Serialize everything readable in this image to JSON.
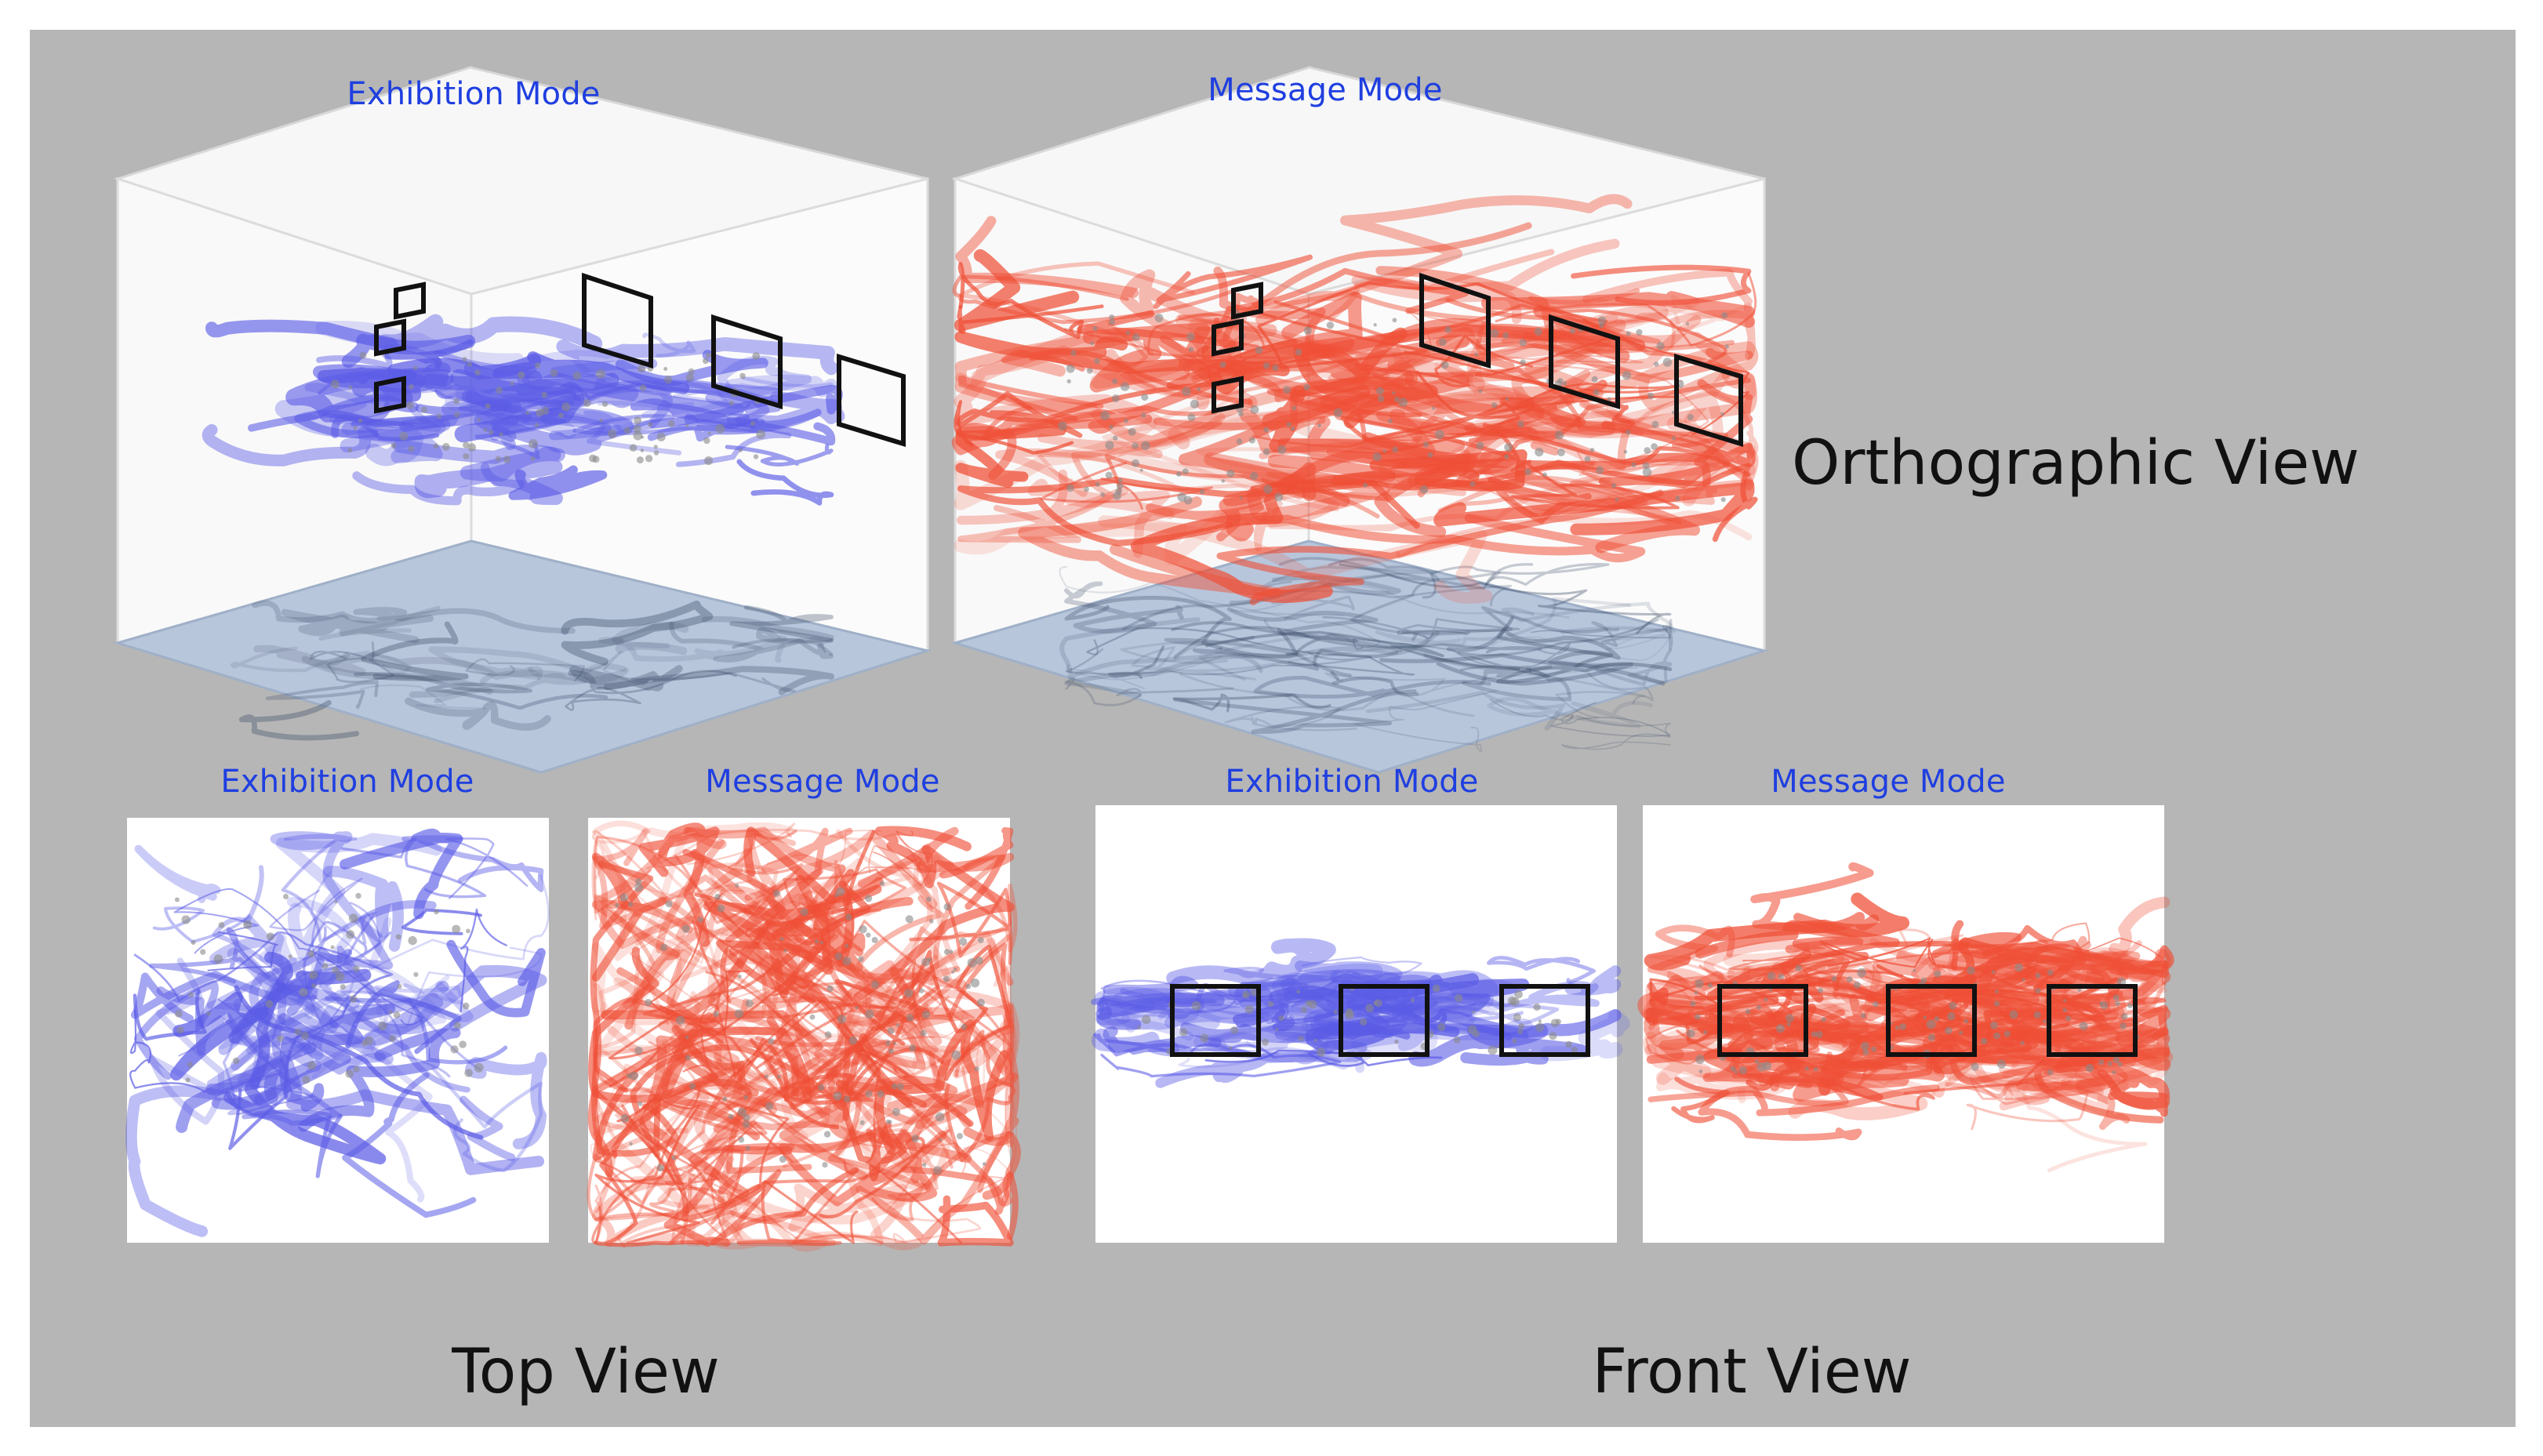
{
  "colors": {
    "background_panel": "#b6b6b6",
    "mode_label": "#1f3fe0",
    "exhibition_trail": "#5b5ce6",
    "message_trail": "#ef4f36",
    "floor": "#b3c3da",
    "frame": "#111111"
  },
  "orthographic": {
    "exhibition_label": "Exhibition Mode",
    "message_label": "Message Mode",
    "view_label": "Orthographic View"
  },
  "top_view": {
    "exhibition_label": "Exhibition Mode",
    "message_label": "Message Mode",
    "view_label": "Top View"
  },
  "front_view": {
    "exhibition_label": "Exhibition Mode",
    "message_label": "Message Mode",
    "view_label": "Front View"
  }
}
